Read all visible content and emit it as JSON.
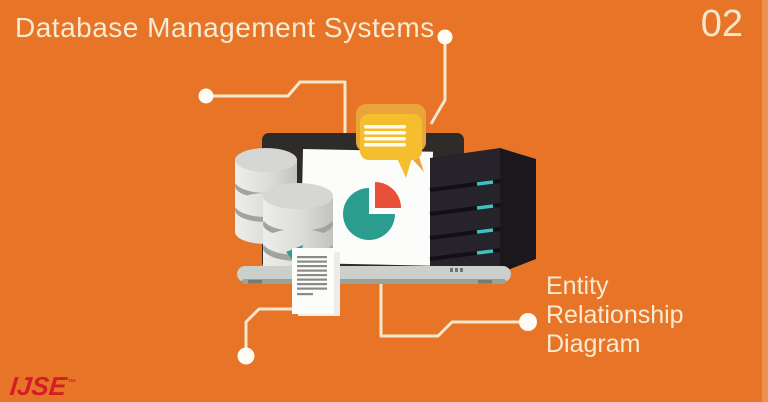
{
  "slide": {
    "title": "Database Management Systems",
    "slide_number": "02",
    "callout_lines": [
      "Entity",
      "Relationship",
      "Diagram"
    ],
    "logo_text": "IJSE",
    "logo_mark": "™"
  },
  "colors": {
    "background": "#E87428",
    "text_cream": "#F6EBD3",
    "connector": "#F3E7CD",
    "dot": "#FEFBF2",
    "logo_red": "#D21F26",
    "laptop_bezel": "#2E2B28",
    "laptop_base": "#CBD0CA",
    "laptop_base_strip": "#9BA29B",
    "screen_white": "#FCFCFA",
    "pie_teal": "#2A9D8F",
    "pie_red": "#E8503A",
    "bubble_back": "#E9A43B",
    "bubble_front": "#F4BE2E",
    "bubble_line": "#FDFDF5",
    "server_front": "#26232A",
    "server_side": "#1A181D",
    "server_groove": "#121016",
    "server_led": "#3BC4BE",
    "db_band": "#A2A2A0",
    "db_top": "#D6D6D4",
    "doc_back_page": "#ECECEA",
    "doc_corner_teal": "#2A9D8F",
    "doc_line": "#8A8A88"
  }
}
